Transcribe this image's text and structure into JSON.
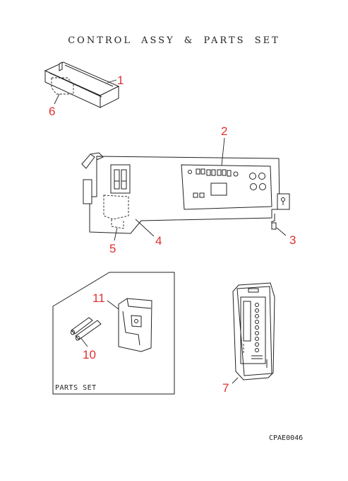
{
  "title": "CONTROL ASSY & PARTS SET",
  "drawing_code": "CPAE0046",
  "parts_set_label": "PARTS SET",
  "callouts": {
    "c1": "1",
    "c2": "2",
    "c3": "3",
    "c4": "4",
    "c5": "5",
    "c6": "6",
    "c7": "7",
    "c10": "10",
    "c11": "11"
  },
  "colors": {
    "callout": "#e03030",
    "line": "#222222"
  }
}
